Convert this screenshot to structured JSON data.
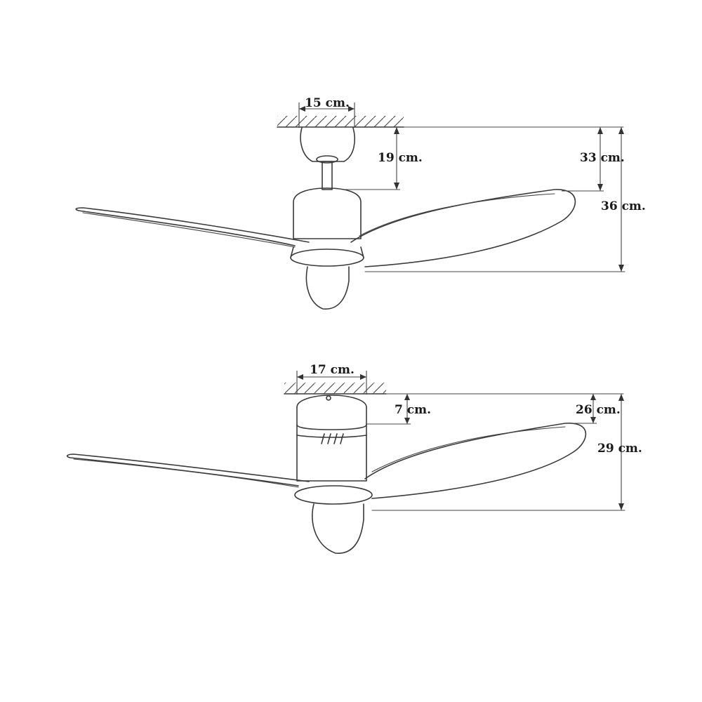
{
  "diagrams": [
    {
      "id": "downrod-mount",
      "labels": {
        "canopy_width": "15 cm.",
        "downrod_drop": "19 cm.",
        "blade_tip_drop": "33 cm.",
        "total_height": "36 cm."
      }
    },
    {
      "id": "flush-mount",
      "labels": {
        "canopy_width": "17 cm.",
        "canopy_drop": "7 cm.",
        "blade_tip_drop": "26 cm.",
        "total_height": "29 cm."
      }
    }
  ],
  "colors": {
    "line": "#3a3a3a",
    "text": "#1a1a1a",
    "background": "#ffffff"
  }
}
